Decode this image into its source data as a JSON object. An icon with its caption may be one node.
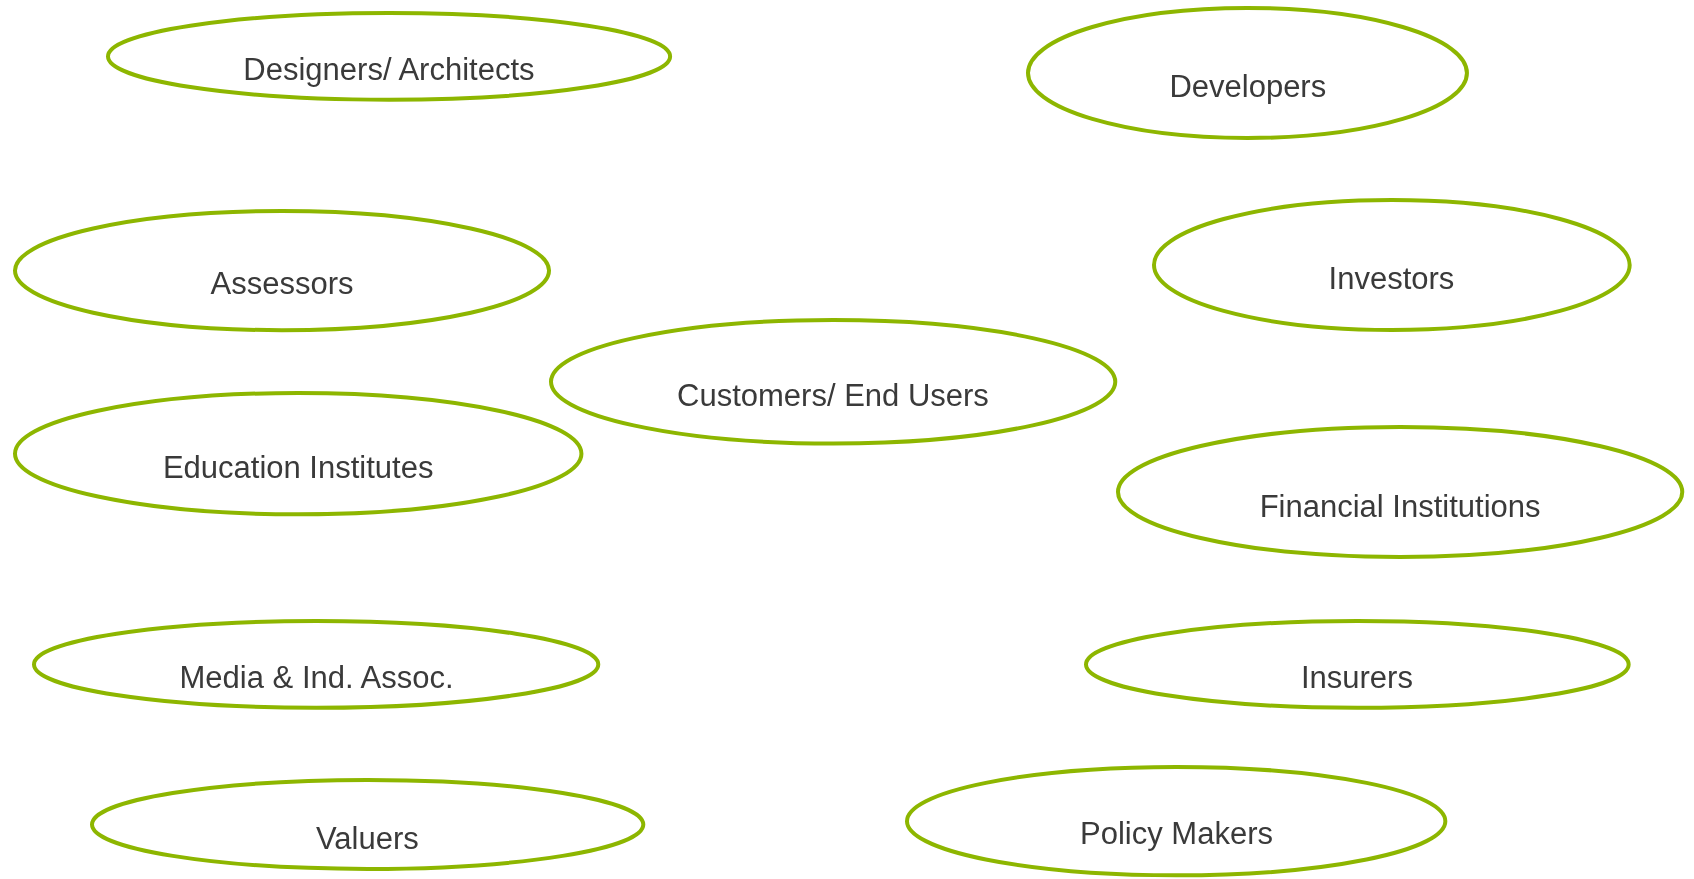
{
  "diagram": {
    "nodes": [
      {
        "text": [
          "Designers/ Architects"
        ]
      },
      {
        "text": [
          "Developers"
        ]
      },
      {
        "text": [
          "Assessors"
        ]
      },
      {
        "text": [
          "Investors"
        ]
      },
      {
        "text": [
          "Customers/ End Users"
        ]
      },
      {
        "text": [
          "Education Institutes"
        ]
      },
      {
        "text": [
          "Financial Institutions"
        ]
      },
      {
        "text": [
          "Media & Ind. Assoc."
        ]
      },
      {
        "text": [
          "Insurers"
        ]
      },
      {
        "text": [
          "Valuers"
        ]
      },
      {
        "text": [
          "Policy Makers"
        ]
      }
    ]
  }
}
